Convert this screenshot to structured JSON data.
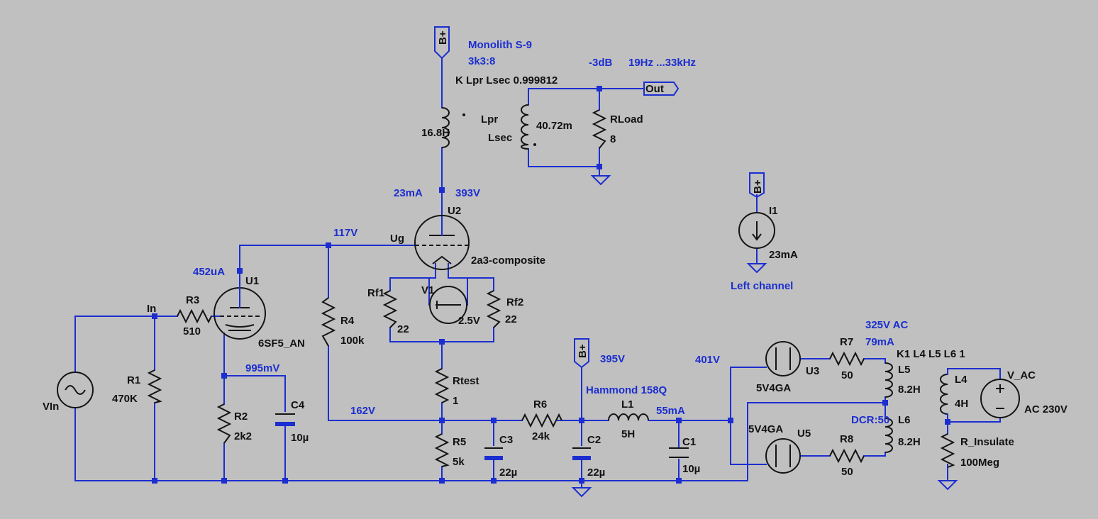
{
  "title": "Monolith S-9",
  "ratio": "3k3:8",
  "coupling": "K Lpr Lsec 0.999812",
  "bandwidth_db": "-3dB",
  "bandwidth": "19Hz ...33kHz",
  "channel": "Left channel",
  "supply_flag": "B+",
  "out_flag": "Out",
  "components": {
    "Lpr": {
      "name": "Lpr",
      "value": "16.8H"
    },
    "Lsec": {
      "name": "Lsec",
      "value": "40.72m"
    },
    "RLoad": {
      "name": "RLoad",
      "value": "8"
    },
    "U1": {
      "name": "U1",
      "model": "6SF5_AN"
    },
    "U2": {
      "name": "U2",
      "model": "2a3-composite"
    },
    "V1": {
      "name": "V1",
      "value": "2.5V"
    },
    "Rf1": {
      "name": "Rf1",
      "value": "22"
    },
    "Rf2": {
      "name": "Rf2",
      "value": "22"
    },
    "R1": {
      "name": "R1",
      "value": "470K"
    },
    "R2": {
      "name": "R2",
      "value": "2k2"
    },
    "R3": {
      "name": "R3",
      "value": "510"
    },
    "R4": {
      "name": "R4",
      "value": "100k"
    },
    "R5": {
      "name": "R5",
      "value": "5k"
    },
    "R6": {
      "name": "R6",
      "value": "24k"
    },
    "R7": {
      "name": "R7",
      "value": "50"
    },
    "R8": {
      "name": "R8",
      "value": "50"
    },
    "Rtest": {
      "name": "Rtest",
      "value": "1"
    },
    "C1": {
      "name": "C1",
      "value": "10µ"
    },
    "C2": {
      "name": "C2",
      "value": "22µ"
    },
    "C3": {
      "name": "C3",
      "value": "22µ"
    },
    "C4": {
      "name": "C4",
      "value": "10µ"
    },
    "L1": {
      "name": "L1",
      "value": "5H",
      "note": "Hammond 158Q"
    },
    "L4": {
      "name": "L4",
      "value": "4H"
    },
    "L5": {
      "name": "L5",
      "value": "8.2H"
    },
    "L6": {
      "name": "L6",
      "value": "8.2H"
    },
    "I1": {
      "name": "I1",
      "value": "23mA"
    },
    "U3": {
      "name": "U3",
      "model": "5V4GA"
    },
    "U5": {
      "name": "U5",
      "model": "5V4GA"
    },
    "V_AC": {
      "name": "V_AC",
      "value": "AC 230V"
    },
    "VIn": {
      "name": "VIn"
    },
    "R_Insulate": {
      "name": "R_Insulate",
      "value": "100Meg"
    },
    "K2": {
      "text": "K1 L4 L5 L6 1"
    },
    "DCR": {
      "text": "DCR:50"
    }
  },
  "nodes": {
    "In": "In",
    "Ug": "Ug"
  },
  "annotations": {
    "i_u2": "23mA",
    "v_plate": "393V",
    "v_117": "117V",
    "i_u1": "452uA",
    "v_995": "995mV",
    "v_162": "162V",
    "v_395": "395V",
    "v_401": "401V",
    "i_55": "55mA",
    "v_325": "325V AC",
    "i_79": "79mA"
  },
  "colors": {
    "wire": "#1c2ed0",
    "component": "#141414",
    "background": "#c0c0c0"
  }
}
